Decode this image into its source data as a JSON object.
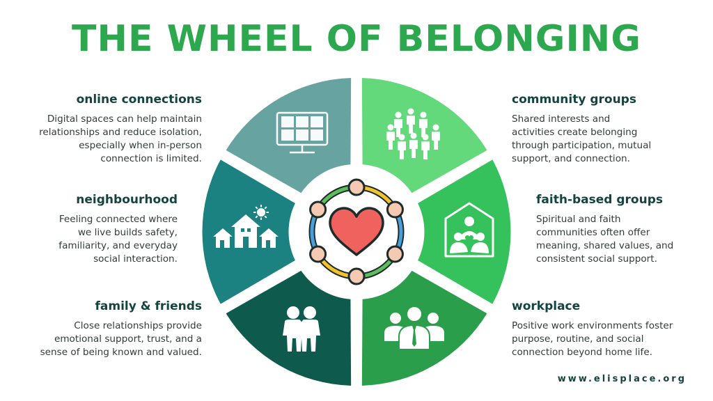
{
  "title": "THE WHEEL OF BELONGING",
  "segments": [
    {
      "id": "online",
      "heading": "online connections",
      "lines": [
        "Digital spaces can help maintain",
        "relationships and reduce isolation,",
        "especially when in-person",
        "connection is limited."
      ],
      "color": "#66a3a1",
      "icon": "video-call-icon"
    },
    {
      "id": "community",
      "heading": "community groups",
      "lines": [
        "Shared interests and",
        "activities create belonging",
        "through participation, mutual",
        "support, and connection."
      ],
      "color": "#63d97c",
      "icon": "group-of-people-icon"
    },
    {
      "id": "faith",
      "heading": "faith-based groups",
      "lines": [
        "Spiritual and faith",
        "communities often offer",
        "meaning, shared values, and",
        "consistent social support."
      ],
      "color": "#35c25c",
      "icon": "faith-community-house-icon"
    },
    {
      "id": "workplace",
      "heading": "workplace",
      "lines": [
        "Positive work environments foster",
        "purpose, routine, and social",
        "connection beyond home life."
      ],
      "color": "#2b9e4b",
      "icon": "coworkers-icon"
    },
    {
      "id": "family",
      "heading": "family & friends",
      "lines": [
        "Close relationships provide",
        "emotional support, trust, and a",
        "sense of being known and valued."
      ],
      "color": "#0e5a4d",
      "icon": "two-friends-icon"
    },
    {
      "id": "neighbourhood",
      "heading": "neighbourhood",
      "lines": [
        "Feeling connected where",
        "we live builds safety,",
        "familiarity, and everyday",
        "social interaction."
      ],
      "color": "#1b8181",
      "icon": "houses-sun-icon"
    }
  ],
  "center": {
    "icon": "heart-circle-of-people-icon",
    "heart_color": "#f0625e"
  },
  "footer": "www.elisplace.org"
}
